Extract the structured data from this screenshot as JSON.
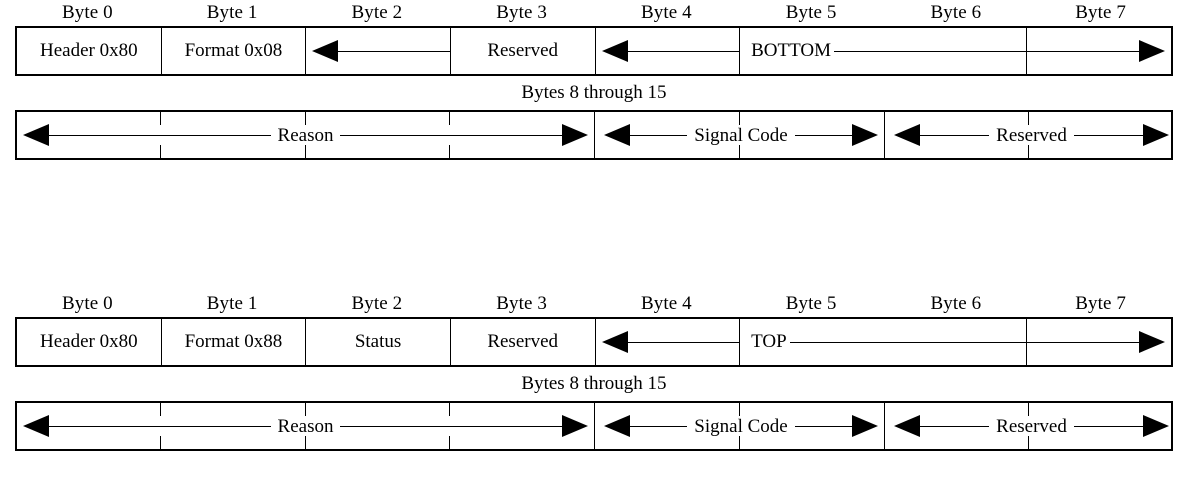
{
  "diagrams": [
    {
      "name": "bottom-message",
      "byte_labels": [
        "Byte 0",
        "Byte 1",
        "Byte 2",
        "Byte 3",
        "Byte 4",
        "Byte 5",
        "Byte 6",
        "Byte 7"
      ],
      "cells": [
        {
          "label": "Header 0x80",
          "kind": "text"
        },
        {
          "label": "Format 0x08",
          "kind": "text"
        },
        {
          "label": "",
          "kind": "arrow-left"
        },
        {
          "label": "Reserved",
          "kind": "text"
        },
        {
          "label": "",
          "kind": "arrow-left"
        },
        {
          "label": "BOTTOM",
          "kind": "label-left"
        },
        {
          "label": "",
          "kind": "line"
        },
        {
          "label": "",
          "kind": "arrow-right"
        }
      ],
      "caption": "Bytes 8 through 15",
      "span_fields": [
        {
          "label": "Reason",
          "start": 0,
          "end": 4
        },
        {
          "label": "Signal Code",
          "start": 4,
          "end": 6
        },
        {
          "label": "Reserved",
          "start": 6,
          "end": 8
        }
      ]
    },
    {
      "name": "top-message",
      "byte_labels": [
        "Byte 0",
        "Byte 1",
        "Byte 2",
        "Byte 3",
        "Byte 4",
        "Byte 5",
        "Byte 6",
        "Byte 7"
      ],
      "cells": [
        {
          "label": "Header 0x80",
          "kind": "text"
        },
        {
          "label": "Format 0x88",
          "kind": "text"
        },
        {
          "label": "Status",
          "kind": "text"
        },
        {
          "label": "Reserved",
          "kind": "text"
        },
        {
          "label": "",
          "kind": "arrow-left"
        },
        {
          "label": "TOP",
          "kind": "label-left"
        },
        {
          "label": "",
          "kind": "line"
        },
        {
          "label": "",
          "kind": "arrow-right"
        }
      ],
      "caption": "Bytes 8 through 15",
      "span_fields": [
        {
          "label": "Reason",
          "start": 0,
          "end": 4
        },
        {
          "label": "Signal Code",
          "start": 4,
          "end": 6
        },
        {
          "label": "Reserved",
          "start": 6,
          "end": 8
        }
      ]
    }
  ]
}
